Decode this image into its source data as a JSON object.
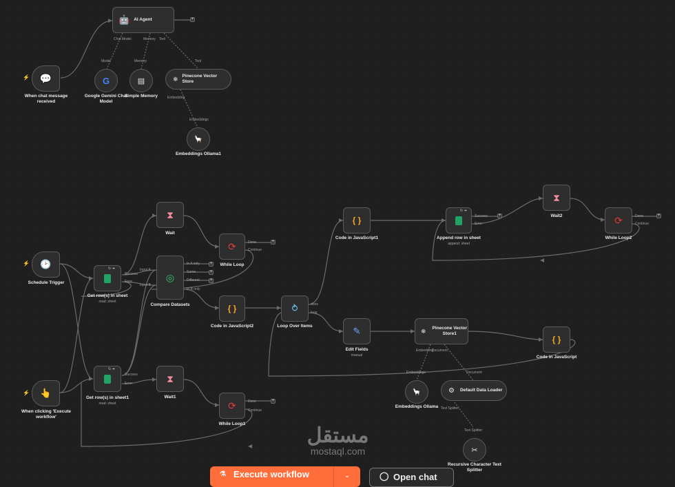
{
  "nodes": {
    "ai_agent": {
      "title": "AI Agent"
    },
    "chat_trigger": {
      "title": "When chat message received"
    },
    "gemini": {
      "title": "Google Gemini Chat Model"
    },
    "memory": {
      "title": "Simple Memory"
    },
    "pinecone_top": {
      "title": "Pinecone Vector Store"
    },
    "emb_ollama1": {
      "title": "Embeddings Ollama1"
    },
    "schedule": {
      "title": "Schedule Trigger"
    },
    "manual": {
      "title": "When clicking 'Execute workflow'"
    },
    "get_rows": {
      "title": "Get row(s) in sheet",
      "subtitle": "read: sheet"
    },
    "get_rows1": {
      "title": "Get row(s) in sheet1",
      "subtitle": "read: sheet"
    },
    "wait": {
      "title": "Wait"
    },
    "wait1": {
      "title": "Wait1"
    },
    "wait2": {
      "title": "Wait2"
    },
    "while_loop": {
      "title": "While Loop"
    },
    "while_loop1": {
      "title": "While Loop1"
    },
    "while_loop2": {
      "title": "While Loop2"
    },
    "compare": {
      "title": "Compare Datasets"
    },
    "code_js2": {
      "title": "Code in JavaScript2"
    },
    "code_js1": {
      "title": "Code in JavaScript1"
    },
    "code_js": {
      "title": "Code in JavaScript"
    },
    "loop": {
      "title": "Loop Over Items"
    },
    "append": {
      "title": "Append row in sheet",
      "subtitle": "append: sheet"
    },
    "edit": {
      "title": "Edit Fields",
      "subtitle": "manual"
    },
    "pinecone1": {
      "title": "Pinecone Vector Store1"
    },
    "emb_ollama": {
      "title": "Embeddings Ollama"
    },
    "loader": {
      "title": "Default Data Loader"
    },
    "splitter": {
      "title": "Recursive Character Text Splitter"
    }
  },
  "ports": {
    "chat_model": "Chat Model",
    "memory": "Memory",
    "tool": "Tool",
    "model": "Model",
    "memory2": "Memory",
    "tool2": "Tool",
    "embedding": "Embedding",
    "embeddings": "Embeddings",
    "success": "Success",
    "error": "Error",
    "done": "Done",
    "continue": "Continue",
    "in_a_only": "In A only",
    "same": "Same",
    "different": "Different",
    "in_b_only": "In B only",
    "input_a": "Input A",
    "input_b": "Input B",
    "done_small": "done",
    "loop_small": "loop",
    "document": "Document",
    "text_splitter": "Text Splitter",
    "embeddings2": "Embeddings",
    "text_splitter2": "Text Splitter"
  },
  "toolbar": {
    "execute_label": "Execute workflow",
    "open_chat_label": "Open chat"
  },
  "watermark": {
    "arabic": "مستقل",
    "latin": "mostaql.com"
  },
  "colors": {
    "accent": "#ff6d3a",
    "background": "#1f1f1f"
  }
}
